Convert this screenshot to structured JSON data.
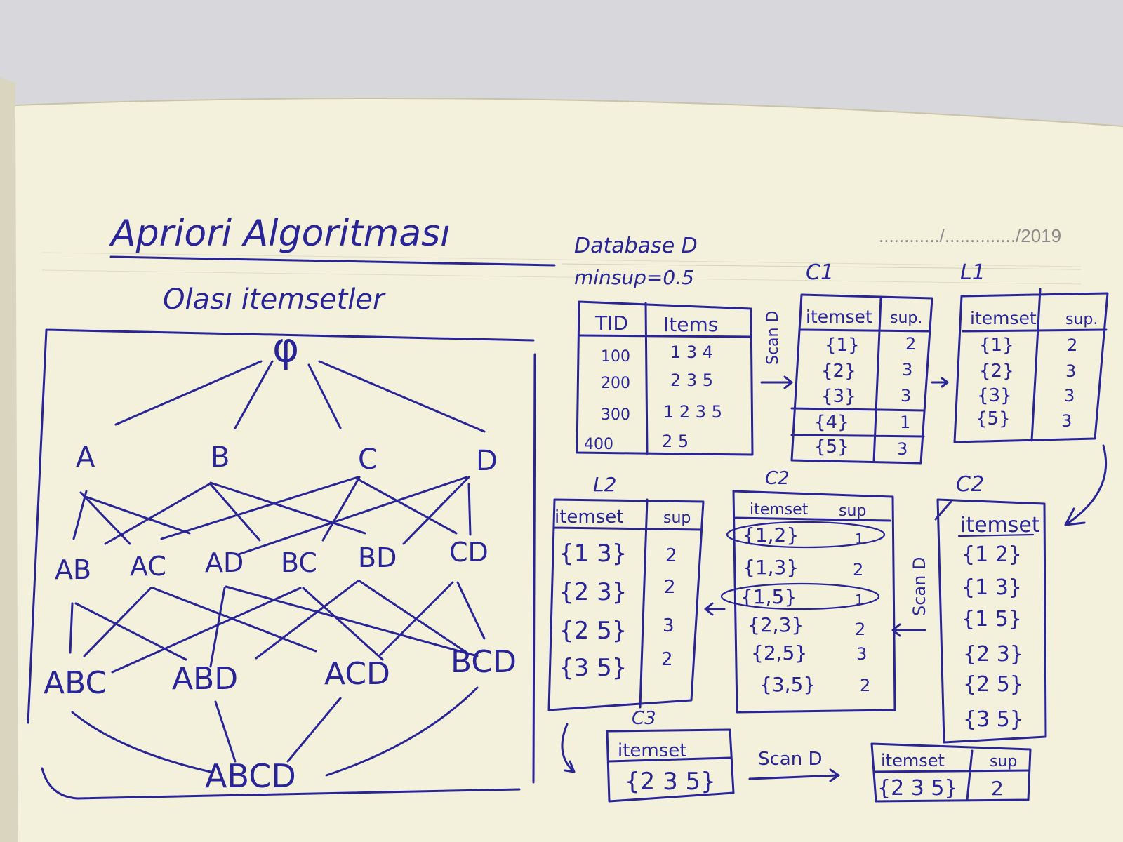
{
  "title": "Apriori Algoritması",
  "subtitle": "Olası itemsetler",
  "date_field": "............/............../2019",
  "lattice": {
    "root": "φ",
    "level1": [
      "A",
      "B",
      "C",
      "D"
    ],
    "level2": [
      "AB",
      "AC",
      "AD",
      "BC",
      "BD",
      "CD"
    ],
    "level3": [
      "ABC",
      "ABD",
      "ACD",
      "BCD"
    ],
    "level4": [
      "ABCD"
    ]
  },
  "database": {
    "label": "Database D",
    "minsup": "minsup=0.5",
    "headers": [
      "TID",
      "Items"
    ],
    "rows": [
      [
        "100",
        "1 3 4"
      ],
      [
        "200",
        "2 3 5"
      ],
      [
        "300",
        "1 2 3 5"
      ],
      [
        "400",
        "2 5"
      ]
    ]
  },
  "scan_label": "Scan D",
  "tables": {
    "c1": {
      "label": "C1",
      "headers": [
        "itemset",
        "sup."
      ],
      "rows": [
        [
          "{1}",
          "2"
        ],
        [
          "{2}",
          "3"
        ],
        [
          "{3}",
          "3"
        ],
        [
          "{4}",
          "1"
        ],
        [
          "{5}",
          "3"
        ]
      ]
    },
    "l1": {
      "label": "L1",
      "headers": [
        "itemset",
        "sup."
      ],
      "rows": [
        [
          "{1}",
          "2"
        ],
        [
          "{2}",
          "3"
        ],
        [
          "{3}",
          "3"
        ],
        [
          "{5}",
          "3"
        ]
      ]
    },
    "c2": {
      "label": "C2",
      "headers": [
        "itemset"
      ],
      "rows": [
        [
          "{1 2}"
        ],
        [
          "{1 3}"
        ],
        [
          "{1 5}"
        ],
        [
          "{2 3}"
        ],
        [
          "{2 5}"
        ],
        [
          "{3 5}"
        ]
      ]
    },
    "c2_counted": {
      "label": "C2",
      "headers": [
        "itemset",
        "sup"
      ],
      "rows": [
        [
          "{1,2}",
          "1"
        ],
        [
          "{1,3}",
          "2"
        ],
        [
          "{1,5}",
          "1"
        ],
        [
          "{2,3}",
          "2"
        ],
        [
          "{2,5}",
          "3"
        ],
        [
          "{3,5}",
          "2"
        ]
      ]
    },
    "l2": {
      "label": "L2",
      "headers": [
        "itemset",
        "sup"
      ],
      "rows": [
        [
          "{1 3}",
          "2"
        ],
        [
          "{2 3}",
          "2"
        ],
        [
          "{2 5}",
          "3"
        ],
        [
          "{3 5}",
          "2"
        ]
      ]
    },
    "c3": {
      "label": "C3",
      "headers": [
        "itemset"
      ],
      "rows": [
        [
          "{2 3 5}"
        ]
      ]
    },
    "l3": {
      "headers": [
        "itemset",
        "sup"
      ],
      "rows": [
        [
          "{2 3 5}",
          "2"
        ]
      ]
    }
  }
}
